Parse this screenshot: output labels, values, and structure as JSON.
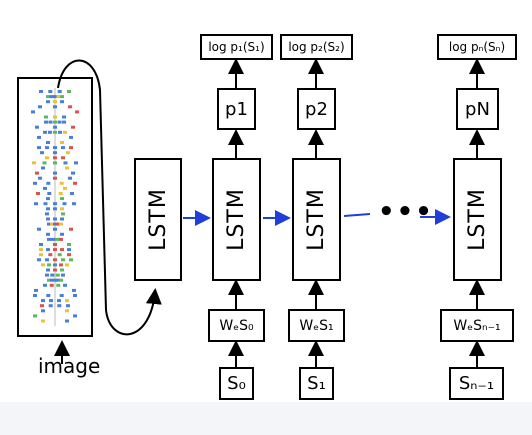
{
  "image_label": "image",
  "lstm_label": "LSTM",
  "ellipsis": "•••",
  "steps": [
    {
      "output": "log p₁(S₁)",
      "prob": "p1",
      "embed": "WₑS₀",
      "input": "S₀"
    },
    {
      "output": "log p₂(S₂)",
      "prob": "p2",
      "embed": "WₑS₁",
      "input": "S₁"
    },
    {
      "output": "log pₙ(Sₙ)",
      "prob": "pN",
      "embed": "WₑSₙ₋₁",
      "input": "Sₙ₋₁"
    }
  ],
  "colors": {
    "arrow": "#000000",
    "recurrent_arrow": "#1f3fd6"
  }
}
